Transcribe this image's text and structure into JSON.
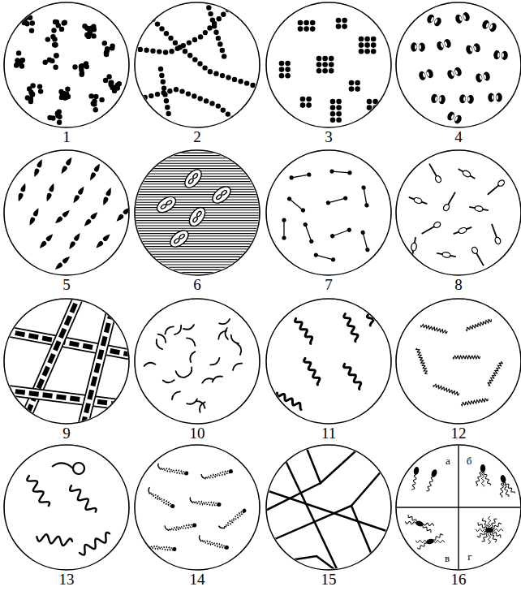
{
  "diagram": {
    "labels": [
      "1",
      "2",
      "3",
      "4",
      "5",
      "6",
      "7",
      "8",
      "9",
      "10",
      "11",
      "12",
      "13",
      "14",
      "15",
      "16",
      "а",
      "б",
      "в",
      "г"
    ]
  }
}
